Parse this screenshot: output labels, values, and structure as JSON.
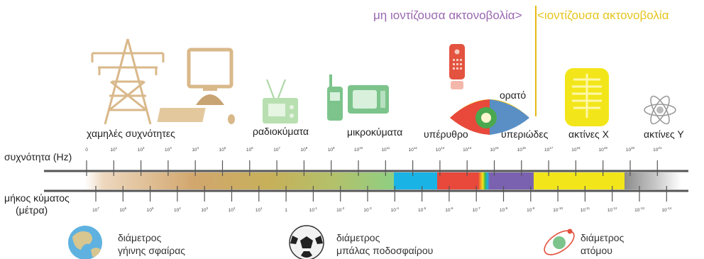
{
  "header": {
    "non_ionizing": "μη ιοντίζουσα ακτονοβολία>",
    "ionizing": "<ιοντίζουσα ακτονοβολία"
  },
  "categories": {
    "low_freq": "χαμηλές συχνότητες",
    "radio": "ραδιοκύματα",
    "microwave": "μικροκύματα",
    "infrared": "υπέρυθρο",
    "visible": "ορατό",
    "ultraviolet": "υπεριώδες",
    "xray": "ακτίνες Χ",
    "gamma": "ακτίνες Υ"
  },
  "axis": {
    "frequency_label": "συχνότητα (Hz)",
    "wavelength_label_line1": "μήκος κύματος",
    "wavelength_label_line2": "(μέτρα)"
  },
  "frequency_ticks": [
    {
      "base": "0",
      "exp": ""
    },
    {
      "base": "10",
      "exp": "1"
    },
    {
      "base": "10",
      "exp": "2"
    },
    {
      "base": "10",
      "exp": "3"
    },
    {
      "base": "10",
      "exp": "4"
    },
    {
      "base": "10",
      "exp": "5"
    },
    {
      "base": "10",
      "exp": "6"
    },
    {
      "base": "10",
      "exp": "7"
    },
    {
      "base": "10",
      "exp": "8"
    },
    {
      "base": "10",
      "exp": "9"
    },
    {
      "base": "10",
      "exp": "10"
    },
    {
      "base": "10",
      "exp": "11"
    },
    {
      "base": "10",
      "exp": "12"
    },
    {
      "base": "10",
      "exp": "13"
    },
    {
      "base": "10",
      "exp": "14"
    },
    {
      "base": "10",
      "exp": "15"
    },
    {
      "base": "10",
      "exp": "16"
    },
    {
      "base": "10",
      "exp": "17"
    },
    {
      "base": "10",
      "exp": "18"
    },
    {
      "base": "10",
      "exp": "19"
    },
    {
      "base": "10",
      "exp": "20"
    },
    {
      "base": "10",
      "exp": "21"
    }
  ],
  "wavelength_ticks": [
    {
      "base": "10",
      "exp": "7"
    },
    {
      "base": "10",
      "exp": "6"
    },
    {
      "base": "10",
      "exp": "5"
    },
    {
      "base": "10",
      "exp": "4"
    },
    {
      "base": "10",
      "exp": "3"
    },
    {
      "base": "10",
      "exp": "2"
    },
    {
      "base": "10",
      "exp": "1"
    },
    {
      "base": "1",
      "exp": ""
    },
    {
      "base": "10",
      "exp": "-1"
    },
    {
      "base": "10",
      "exp": "-2"
    },
    {
      "base": "10",
      "exp": "-3"
    },
    {
      "base": "10",
      "exp": "-4"
    },
    {
      "base": "10",
      "exp": "-5"
    },
    {
      "base": "10",
      "exp": "-6"
    },
    {
      "base": "10",
      "exp": "-7"
    },
    {
      "base": "10",
      "exp": "-8"
    },
    {
      "base": "10",
      "exp": "-9"
    },
    {
      "base": "10",
      "exp": "-10"
    },
    {
      "base": "10",
      "exp": "-11"
    },
    {
      "base": "10",
      "exp": "-12"
    },
    {
      "base": "10",
      "exp": "-13"
    },
    {
      "base": "10",
      "exp": "-14"
    }
  ],
  "scale_examples": {
    "earth_line1": "διάμετρος",
    "earth_line2": "γήινης σφαίρας",
    "ball_line1": "διάμετρος",
    "ball_line2": "μπάλας ποδοσφαίρου",
    "atom_line1": "διάμετρος",
    "atom_line2": "ατόμου"
  },
  "colors": {
    "non_ionizing": "#9a67b0",
    "ionizing": "#e5c51e",
    "icon_tan": "#d9b88a",
    "icon_green": "#9ccf9a",
    "icon_red": "#e3533f",
    "band_blue": "#1ab3e6",
    "band_red": "#e8493b",
    "band_purple": "#7a62b0",
    "band_yellow": "#f2e61b",
    "band_grey": "#9a9a9a"
  }
}
